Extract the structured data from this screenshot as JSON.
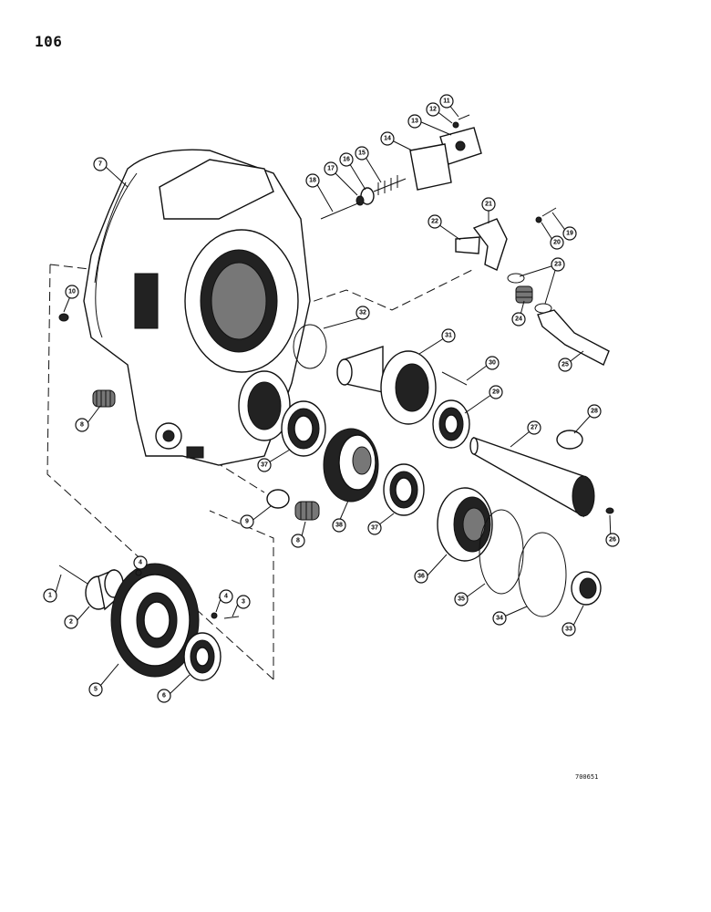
{
  "page_number": "106",
  "reference_code": "700651",
  "callouts": [
    {
      "id": "1"
    },
    {
      "id": "2"
    },
    {
      "id": "3"
    },
    {
      "id": "4"
    },
    {
      "id": "4b",
      "label": "4"
    },
    {
      "id": "5"
    },
    {
      "id": "6"
    },
    {
      "id": "7"
    },
    {
      "id": "8"
    },
    {
      "id": "8b",
      "label": "8"
    },
    {
      "id": "9"
    },
    {
      "id": "10"
    },
    {
      "id": "11"
    },
    {
      "id": "12"
    },
    {
      "id": "13"
    },
    {
      "id": "14"
    },
    {
      "id": "15"
    },
    {
      "id": "16"
    },
    {
      "id": "17"
    },
    {
      "id": "18"
    },
    {
      "id": "19"
    },
    {
      "id": "20"
    },
    {
      "id": "21"
    },
    {
      "id": "22"
    },
    {
      "id": "23"
    },
    {
      "id": "24"
    },
    {
      "id": "25"
    },
    {
      "id": "26"
    },
    {
      "id": "27"
    },
    {
      "id": "28"
    },
    {
      "id": "29"
    },
    {
      "id": "30"
    },
    {
      "id": "31"
    },
    {
      "id": "32"
    },
    {
      "id": "33"
    },
    {
      "id": "34"
    },
    {
      "id": "35"
    },
    {
      "id": "36"
    },
    {
      "id": "37"
    },
    {
      "id": "37b",
      "label": "37"
    },
    {
      "id": "38"
    }
  ]
}
